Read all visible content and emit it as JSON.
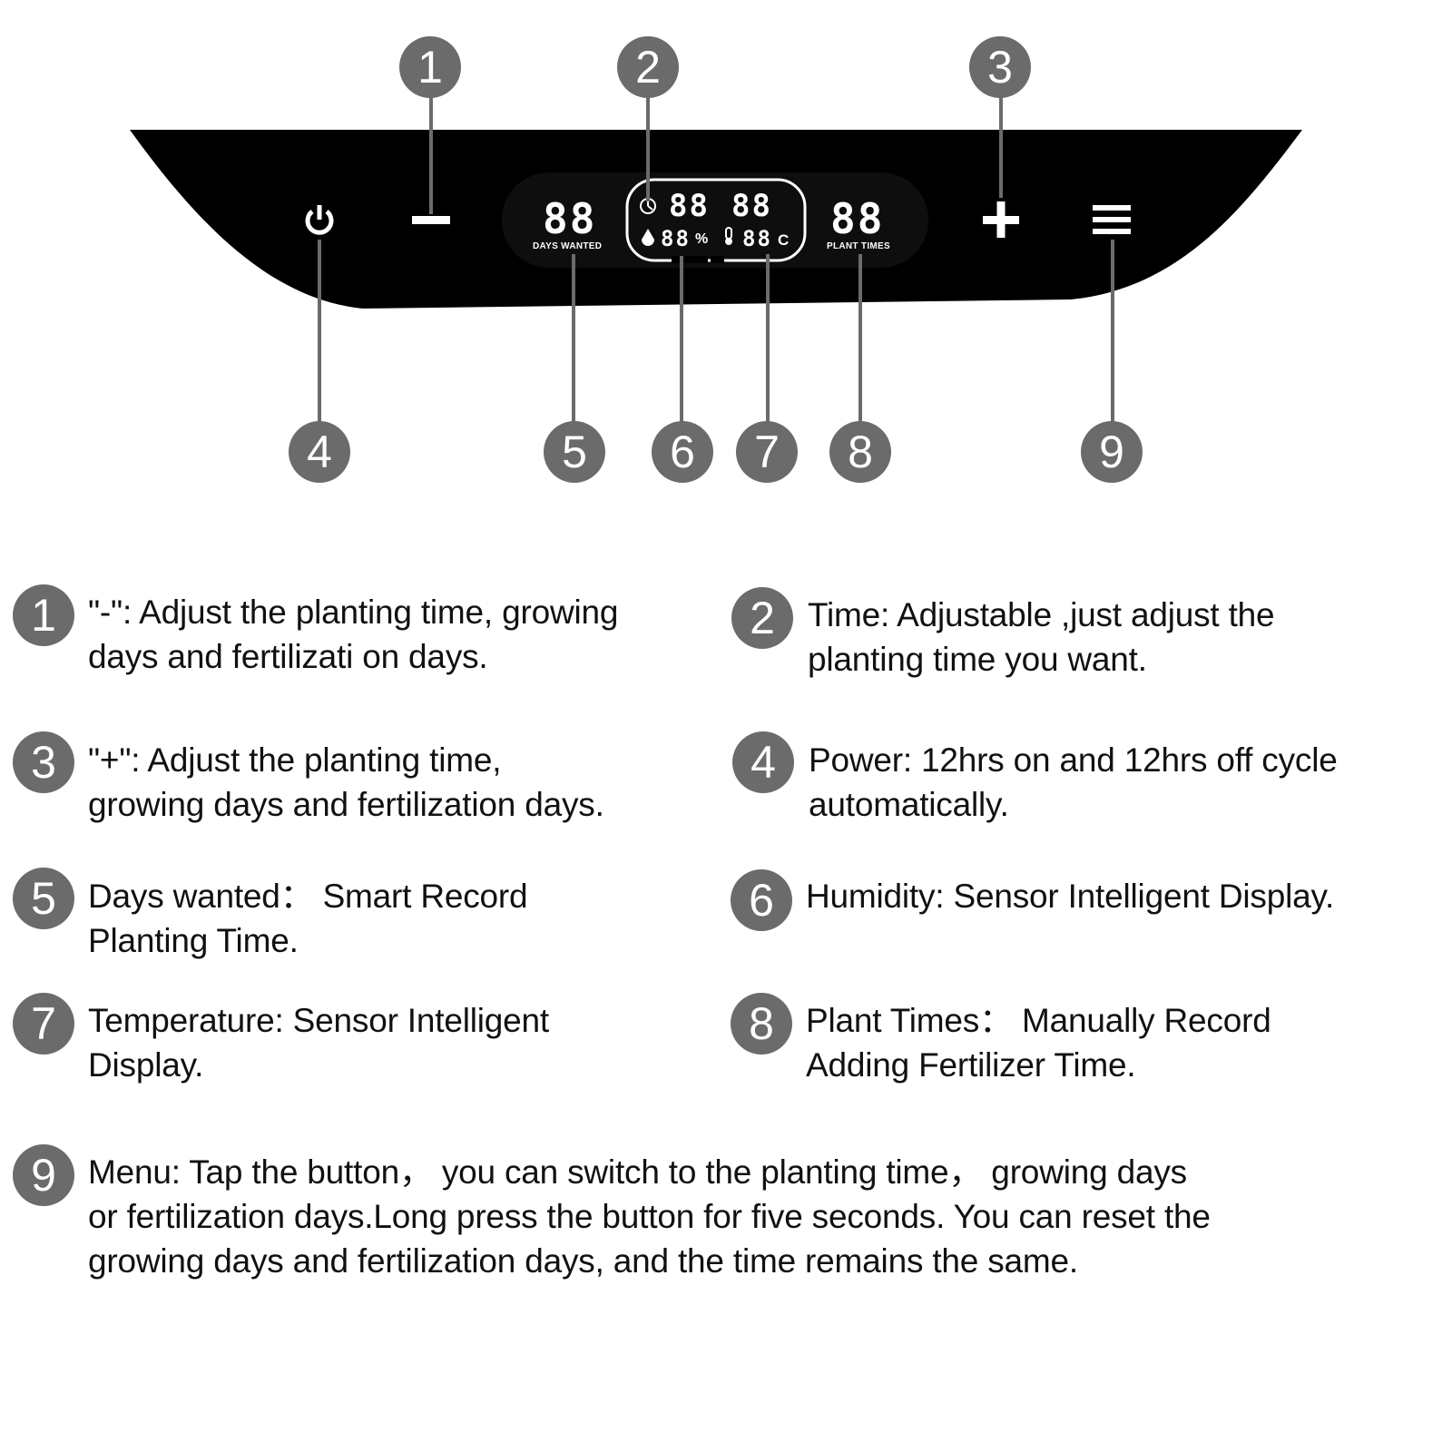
{
  "panel": {
    "days_wanted_value": "88",
    "days_wanted_label": "DAYS WANTED",
    "time_hours": "88",
    "time_minutes": "88",
    "humidity_value": "88",
    "humidity_unit": "%",
    "temperature_value": "88",
    "temperature_unit": "C",
    "plant_times_value": "88",
    "plant_times_label": "PLANT TIMES",
    "icons": [
      "power-icon",
      "minus-icon",
      "clock-icon",
      "droplet-icon",
      "thermometer-icon",
      "plus-icon",
      "menu-icon"
    ]
  },
  "callouts": [
    "1",
    "2",
    "3",
    "4",
    "5",
    "6",
    "7",
    "8",
    "9"
  ],
  "descriptions": [
    {
      "num": "1",
      "text": "\"-\": Adjust the planting time, growing\ndays and fertilizati on days."
    },
    {
      "num": "2",
      "text": "Time: Adjustable ,just adjust the\nplanting time you want."
    },
    {
      "num": "3",
      "text": "\"+\": Adjust the planting time,\ngrowing days and fertilization days."
    },
    {
      "num": "4",
      "text": "Power: 12hrs on and 12hrs off cycle\nautomatically."
    },
    {
      "num": "5",
      "text": "Days wanted： Smart Record\nPlanting Time."
    },
    {
      "num": "6",
      "text": "Humidity: Sensor Intelligent Display."
    },
    {
      "num": "7",
      "text": "Temperature: Sensor Intelligent\nDisplay."
    },
    {
      "num": "8",
      "text": "Plant Times： Manually Record\nAdding Fertilizer Time."
    },
    {
      "num": "9",
      "text": "Menu: Tap the button， you can switch to the planting time， growing days\nor fertilization days.Long press the button for five seconds. You can reset the\ngrowing days and fertilization days, and the time remains the same."
    }
  ]
}
